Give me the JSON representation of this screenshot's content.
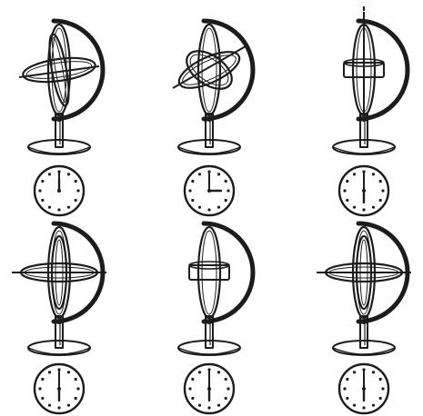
{
  "figure": {
    "background": "#ffffff",
    "ink": "#1c1c1c",
    "panels": [
      {
        "id": "top-left",
        "gyroscope": "axis-tilted",
        "clock_hour": 12,
        "clock_minute": 0
      },
      {
        "id": "top-middle",
        "gyroscope": "rotor-tumbling",
        "clock_hour": 3,
        "clock_minute": 0
      },
      {
        "id": "top-right",
        "gyroscope": "axis-vertical",
        "clock_hour": 6,
        "clock_minute": 0
      },
      {
        "id": "bottom-left",
        "gyroscope": "axis-horizontal",
        "clock_hour": 6,
        "clock_minute": 0
      },
      {
        "id": "bottom-middle",
        "gyroscope": "rotor-upright",
        "clock_hour": 6,
        "clock_minute": 0
      },
      {
        "id": "bottom-right",
        "gyroscope": "axis-horizontal",
        "clock_hour": 6,
        "clock_minute": 0
      }
    ]
  }
}
